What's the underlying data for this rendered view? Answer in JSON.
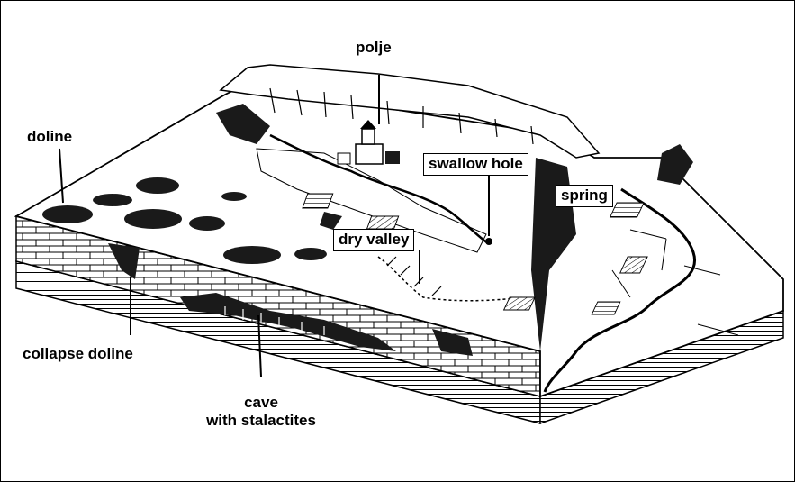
{
  "labels": {
    "polje": "polje",
    "doline": "doline",
    "swallow_hole": "swallow hole",
    "spring": "spring",
    "dry_valley": "dry valley",
    "collapse_doline": "collapse doline",
    "cave_line1": "cave",
    "cave_line2": "with stalactites"
  },
  "colors": {
    "ink": "#000000",
    "paper": "#ffffff",
    "shade": "#1a1a1a"
  }
}
